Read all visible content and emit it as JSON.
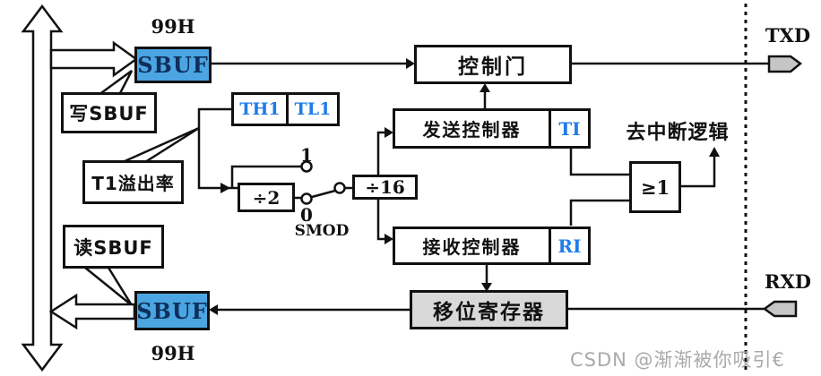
{
  "labels": {
    "addr_top": "99H",
    "addr_bottom": "99H",
    "sbuf_top": "SBUF",
    "sbuf_bottom": "SBUF",
    "write_sbuf": "写SBUF",
    "read_sbuf": "读SBUF",
    "t1_overflow": "T1溢出率",
    "th1": "TH1",
    "tl1": "TL1",
    "div2": "÷2",
    "div16": "÷16",
    "switch_pos_1": "1",
    "switch_pos_0": "0",
    "smod": "SMOD",
    "control_gate": "控制门",
    "tx_controller": "发送控制器",
    "ti_flag": "TI",
    "rx_controller": "接收控制器",
    "ri_flag": "RI",
    "or_gate": "≥1",
    "to_interrupt_logic": "去中断逻辑",
    "shift_register": "移位寄存器",
    "txd_pin": "TXD",
    "rxd_pin": "RXD"
  },
  "watermark": {
    "text": "CSDN @渐渐被你吸引€"
  },
  "colors": {
    "sbuf_fill": "#4ba5e2",
    "sbuf_text": "#0e2f5a",
    "register_flag_blue": "#1f7ce8",
    "shift_register_fill": "#d9d9d9",
    "line": "#111111",
    "pin_fill": "#c6c6c6",
    "watermark_gray": "#a9a9a9"
  }
}
